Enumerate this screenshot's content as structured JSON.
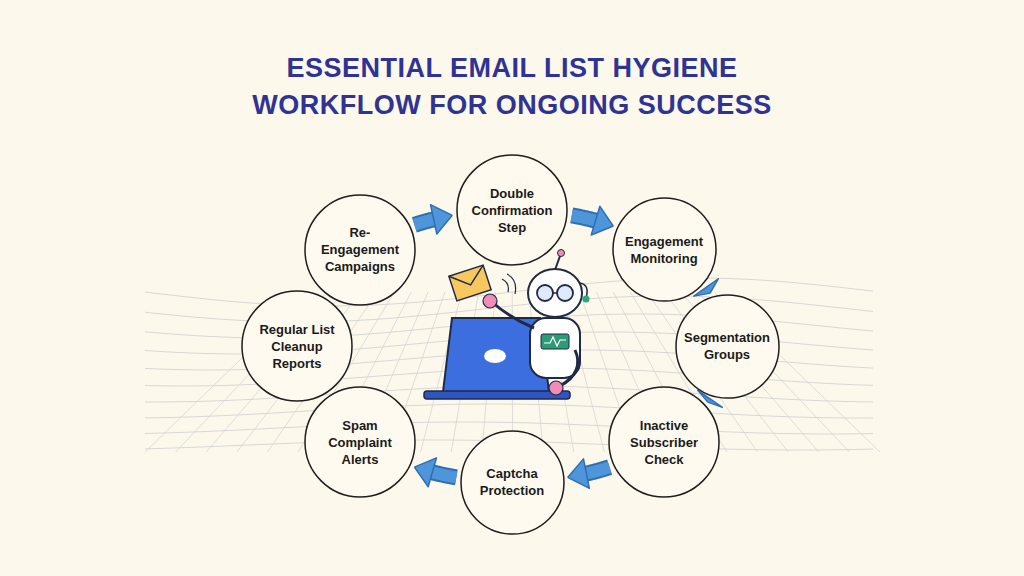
{
  "diagram": {
    "title": "ESSENTIAL EMAIL LIST HYGIENE WORKFLOW FOR ONGOING SUCCESS",
    "nodes": [
      {
        "text": [
          "Double Confirmation Step"
        ]
      },
      {
        "text": [
          "Engagement Monitoring"
        ]
      },
      {
        "text": [
          "Segmentation Groups"
        ]
      },
      {
        "text": [
          "Inactive Subscriber Check"
        ]
      },
      {
        "text": [
          "Captcha Protection"
        ]
      },
      {
        "text": [
          "Spam Complaint Alerts"
        ]
      },
      {
        "text": [
          "Regular List Cleanup Reports"
        ]
      },
      {
        "text": [
          "Re-Engagement Campaigns"
        ]
      }
    ],
    "edges": [
      {
        "from": 0,
        "to": 1,
        "arrow": "to"
      },
      {
        "from": 1,
        "to": 2,
        "arrow": "to"
      },
      {
        "from": 2,
        "to": 3,
        "arrow": "to"
      },
      {
        "from": 3,
        "to": 4,
        "arrow": "to"
      },
      {
        "from": 4,
        "to": 5,
        "arrow": "to"
      },
      {
        "from": 5,
        "to": 6,
        "arrow": "to"
      },
      {
        "from": 6,
        "to": 7,
        "arrow": "to"
      },
      {
        "from": 7,
        "to": 0,
        "arrow": "to"
      }
    ]
  }
}
